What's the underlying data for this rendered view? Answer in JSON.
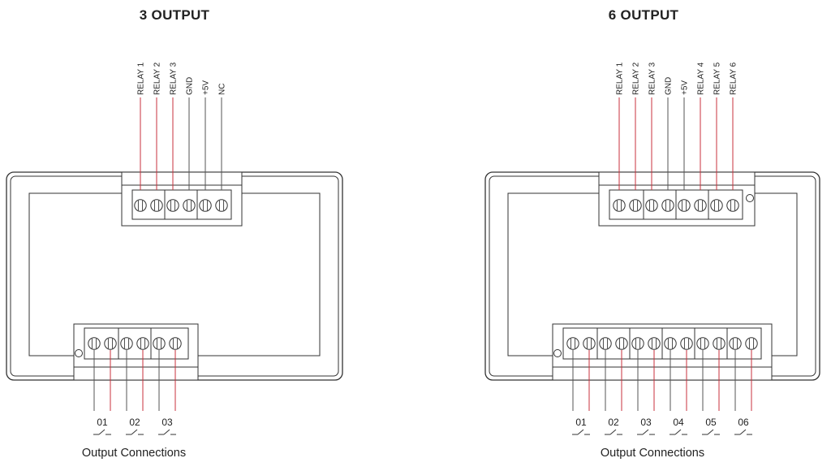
{
  "panels": [
    {
      "title": "3 OUTPUT",
      "top_pins": [
        "RELAY 1",
        "RELAY 2",
        "RELAY 3",
        "GND",
        "+5V",
        "NC"
      ],
      "outputs": [
        "01",
        "02",
        "03"
      ],
      "footer": "Output Connections"
    },
    {
      "title": "6 OUTPUT",
      "top_pins": [
        "RELAY 1",
        "RELAY 2",
        "RELAY 3",
        "GND",
        "+5V",
        "RELAY 4",
        "RELAY 5",
        "RELAY 6"
      ],
      "outputs": [
        "01",
        "02",
        "03",
        "04",
        "05",
        "06"
      ],
      "footer": "Output Connections"
    }
  ],
  "colors": {
    "wire_red": "#c8323c",
    "wire_gray": "#555555",
    "outline": "#333333"
  }
}
